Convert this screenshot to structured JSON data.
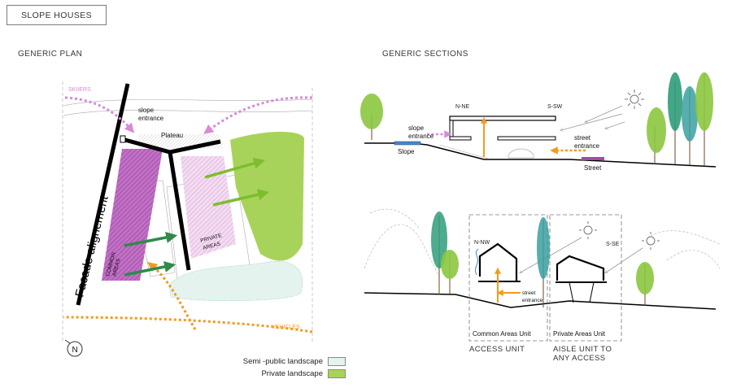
{
  "title": "SLOPE HOUSES",
  "plan": {
    "heading": "GENERIC PLAN",
    "skiers": "SKIIERS",
    "slope_entrance": [
      "slope",
      "entrance"
    ],
    "plateau": "Plateau",
    "facade": "Facade alignement",
    "common_areas": [
      "COMMON",
      "AREAS"
    ],
    "private_areas": [
      "PRIVATE",
      "AREAS"
    ],
    "vehicles": "VEHICLES",
    "north": "N"
  },
  "legend": {
    "semi_public": {
      "label": "Semi -public landscape",
      "color": "#e4f3ee"
    },
    "private": {
      "label": "Private landscape",
      "color": "#a8d35a"
    }
  },
  "sections": {
    "heading": "GENERIC SECTIONS",
    "top": {
      "nne": "N-NE",
      "ssw": "S-SW",
      "slope_entrance": [
        "slope",
        "entrance"
      ],
      "street_entrance": [
        "street",
        "entrance"
      ],
      "slope": "Slope",
      "street": "Street"
    },
    "bottom": {
      "nnw": "N-NW",
      "sse": "S-SE",
      "street_entrance": [
        "street",
        "entrance"
      ],
      "common_unit": "Common Areas Unit",
      "private_unit": "Private Areas Unit",
      "access_unit": "ACCESS UNIT",
      "aisle_unit": [
        "AISLE UNIT TO",
        "ANY ACCESS"
      ]
    }
  },
  "colors": {
    "purple": "#a24aa6",
    "pink_arrow": "#d98ad6",
    "green_arrow": "#7dbd2f",
    "dark_green_arrow": "#2e8b4a",
    "orange": "#f39a1e",
    "tree_green": "#8cc63f",
    "tree_teal": "#3aa0a0"
  }
}
